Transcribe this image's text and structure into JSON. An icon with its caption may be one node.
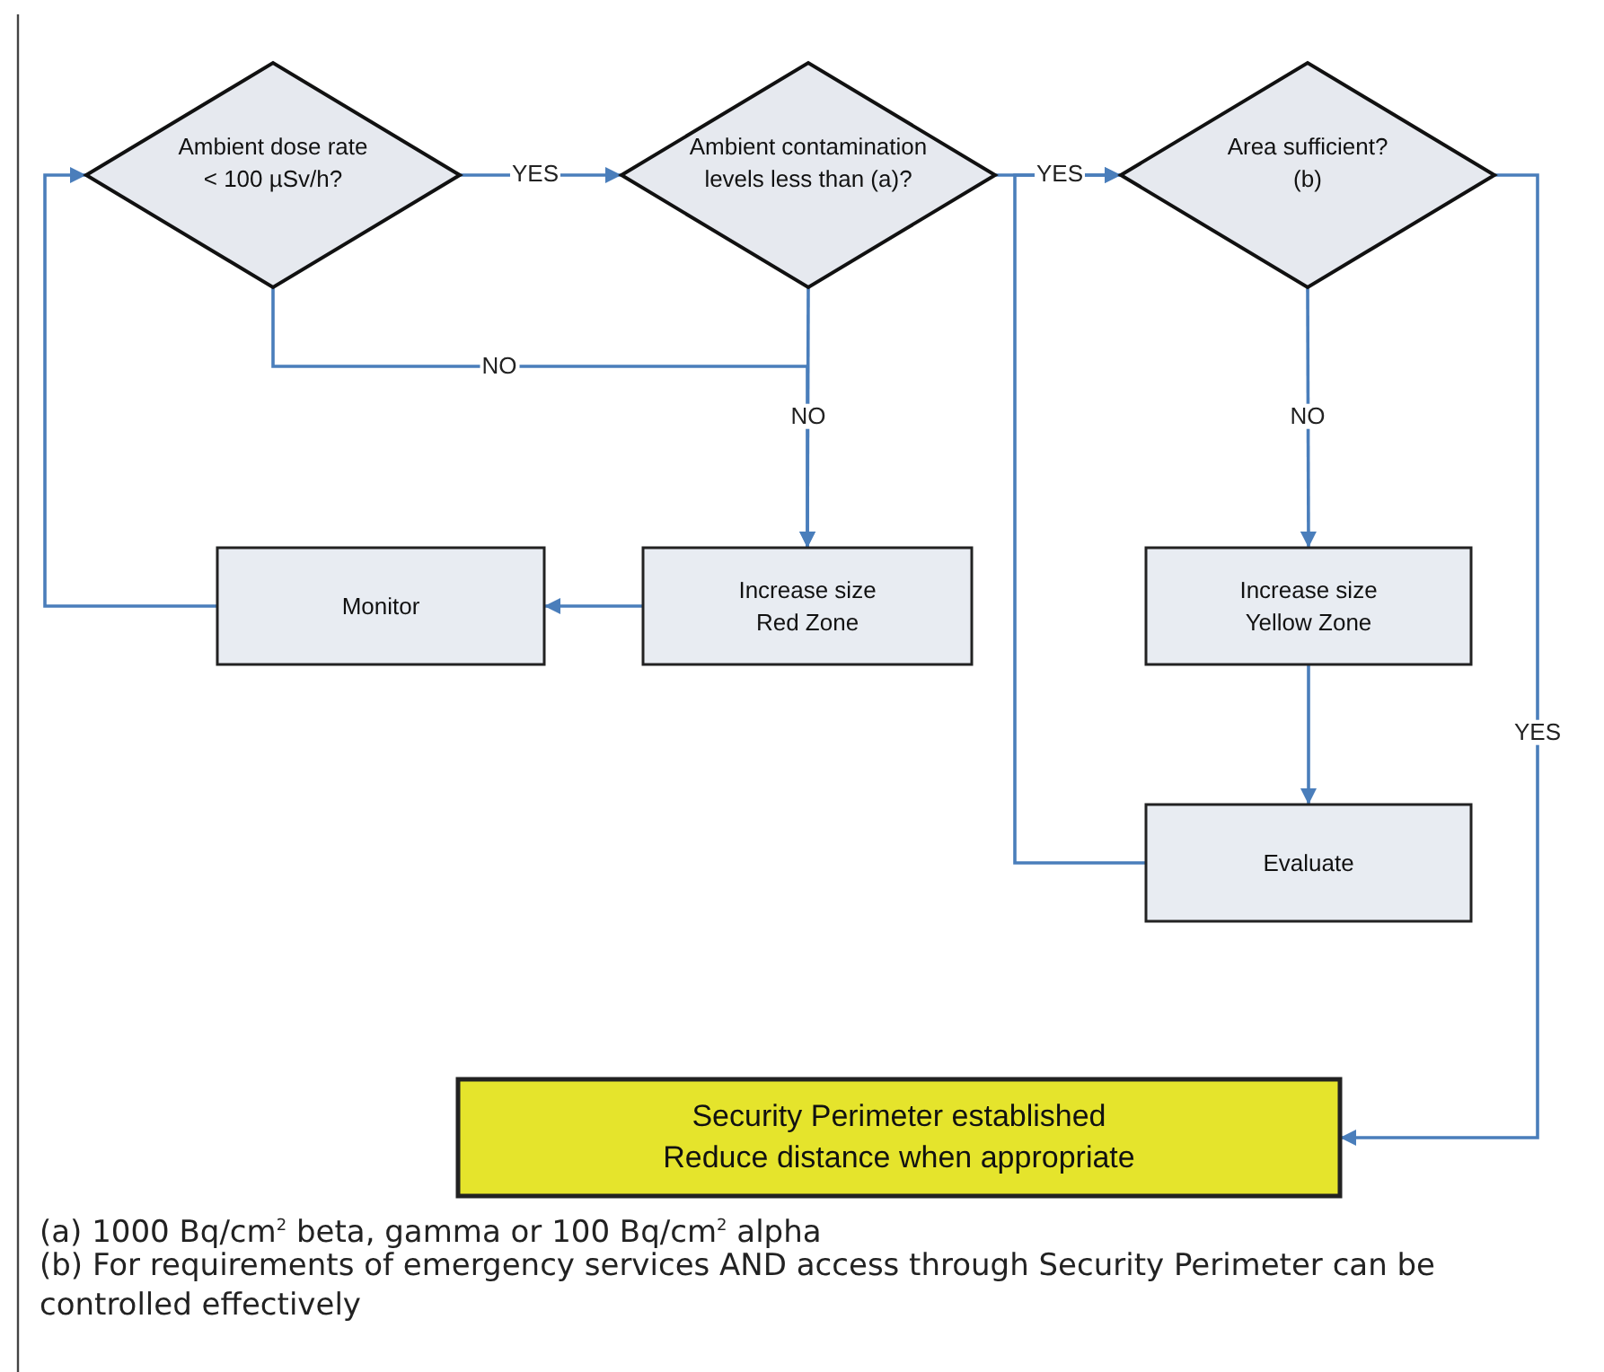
{
  "diagram": {
    "nodes": [
      {
        "text": [
          "Ambient dose rate < 100 µSv/h?"
        ]
      },
      {
        "text": [
          "Ambient contamination levels less than (a)?"
        ]
      },
      {
        "text": [
          "Area sufficient? (b)"
        ]
      },
      {
        "text": [
          "Monitor"
        ]
      },
      {
        "text": [
          "Increase size Red Zone"
        ]
      },
      {
        "text": [
          "Increase size Yellow Zone"
        ]
      },
      {
        "text": [
          "Evaluate"
        ]
      },
      {
        "text": [
          "Security Perimeter established Reduce distance when appropriate"
        ]
      }
    ],
    "edges": [
      {
        "from": 0,
        "to": 1,
        "arrow": "to",
        "label": "YES"
      },
      {
        "from": 0,
        "to": 4,
        "arrow": "to",
        "label": "NO"
      },
      {
        "from": 1,
        "to": 4,
        "arrow": "to",
        "label": "NO"
      },
      {
        "from": 1,
        "to": 2,
        "arrow": "to",
        "label": "YES"
      },
      {
        "from": 2,
        "to": 5,
        "arrow": "to",
        "label": "NO"
      },
      {
        "from": 2,
        "to": 7,
        "arrow": "to",
        "label": "YES"
      },
      {
        "from": 4,
        "to": 3,
        "arrow": "to"
      },
      {
        "from": 3,
        "to": 0,
        "arrow": "to"
      },
      {
        "from": 5,
        "to": 6,
        "arrow": "to"
      },
      {
        "from": 6,
        "to": 2,
        "arrow": "to"
      }
    ],
    "labels": [
      "(a) 1000 Bq/cm$^{2}$ beta, gamma or 100 Bq/cm$^{2}$ alpha",
      "(b) For requirements of emergency services AND access through Security Perimeter can be controlled effectively"
    ]
  }
}
